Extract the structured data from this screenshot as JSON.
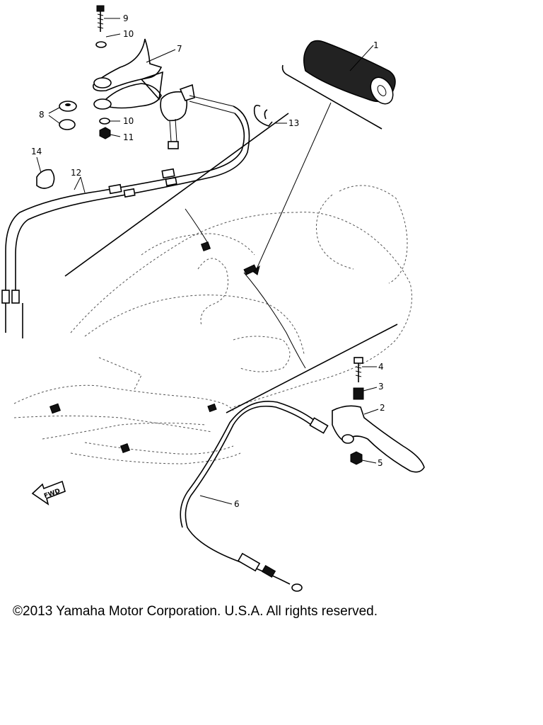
{
  "callouts": {
    "p1": "1",
    "p2": "2",
    "p3": "3",
    "p4": "4",
    "p5": "5",
    "p6": "6",
    "p7": "7",
    "p8": "8",
    "p9": "9",
    "p10a": "10",
    "p10b": "10",
    "p11": "11",
    "p12": "12",
    "p13": "13",
    "p14": "14"
  },
  "fwd_label": "FWD",
  "copyright": "©2013 Yamaha Motor Corporation. U.S.A. All rights reserved."
}
